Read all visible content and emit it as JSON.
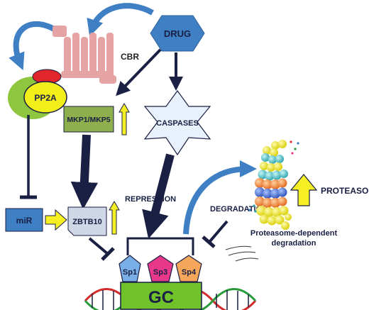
{
  "nodes": {
    "drug": "DRUG",
    "cbr": "CBR",
    "pp2a": "PP2A",
    "mkp": "MKP1/MKP5",
    "caspases": "CASPASES",
    "mir": "miR",
    "zbtb10": "ZBTB10",
    "sp1": "Sp1",
    "sp3": "Sp3",
    "sp4": "Sp4",
    "gc": "GC"
  },
  "labels": {
    "repression": "REPRESSION",
    "degradation": "DEGRADATION",
    "proteasome": "PROTEASOME",
    "proteasome_dependent_line1": "Proteasome-dependent",
    "proteasome_dependent_line2": "degradation"
  },
  "colors": {
    "drug": "#3f7fc4",
    "cbr": "#e6a3a3",
    "pp2a": "#f2ee1a",
    "pp2a_green": "#8ec63f",
    "pp2a_red": "#e0262b",
    "mkp": "#8db04c",
    "caspases": "#e8f1fb",
    "mir": "#3f7fc4",
    "zbtb10": "#cfd6e6",
    "sp1": "#7aaee6",
    "sp3": "#e8388a",
    "sp4": "#f4a65a",
    "gc": "#70c22b",
    "navy": "#1a1f44",
    "up_arrow": "#f6ef23",
    "curved_arrow": "#3f7fc4"
  }
}
